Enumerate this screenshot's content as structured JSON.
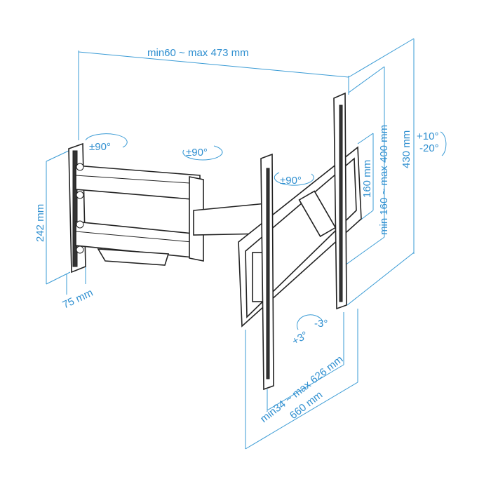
{
  "diagram": {
    "accent_color": "#3a9bd5",
    "labels": {
      "arm_extension": "min60 ~ max 473 mm",
      "swivel_wall": "±90°",
      "swivel_middle": "±90°",
      "swivel_tv": "±90°",
      "wall_plate_height": "242 mm",
      "wall_plate_width": "75 mm",
      "tilt_up": "+10°",
      "tilt_down": "-20°",
      "total_height": "430 mm",
      "vesa_vertical": "min 160 ~ max 400 mm",
      "rail_spacing": "160 mm",
      "rotation_plus": "+3°",
      "rotation_minus": "-3°",
      "vesa_horizontal": "min34 ~ max 626 mm",
      "total_width": "660 mm"
    }
  }
}
